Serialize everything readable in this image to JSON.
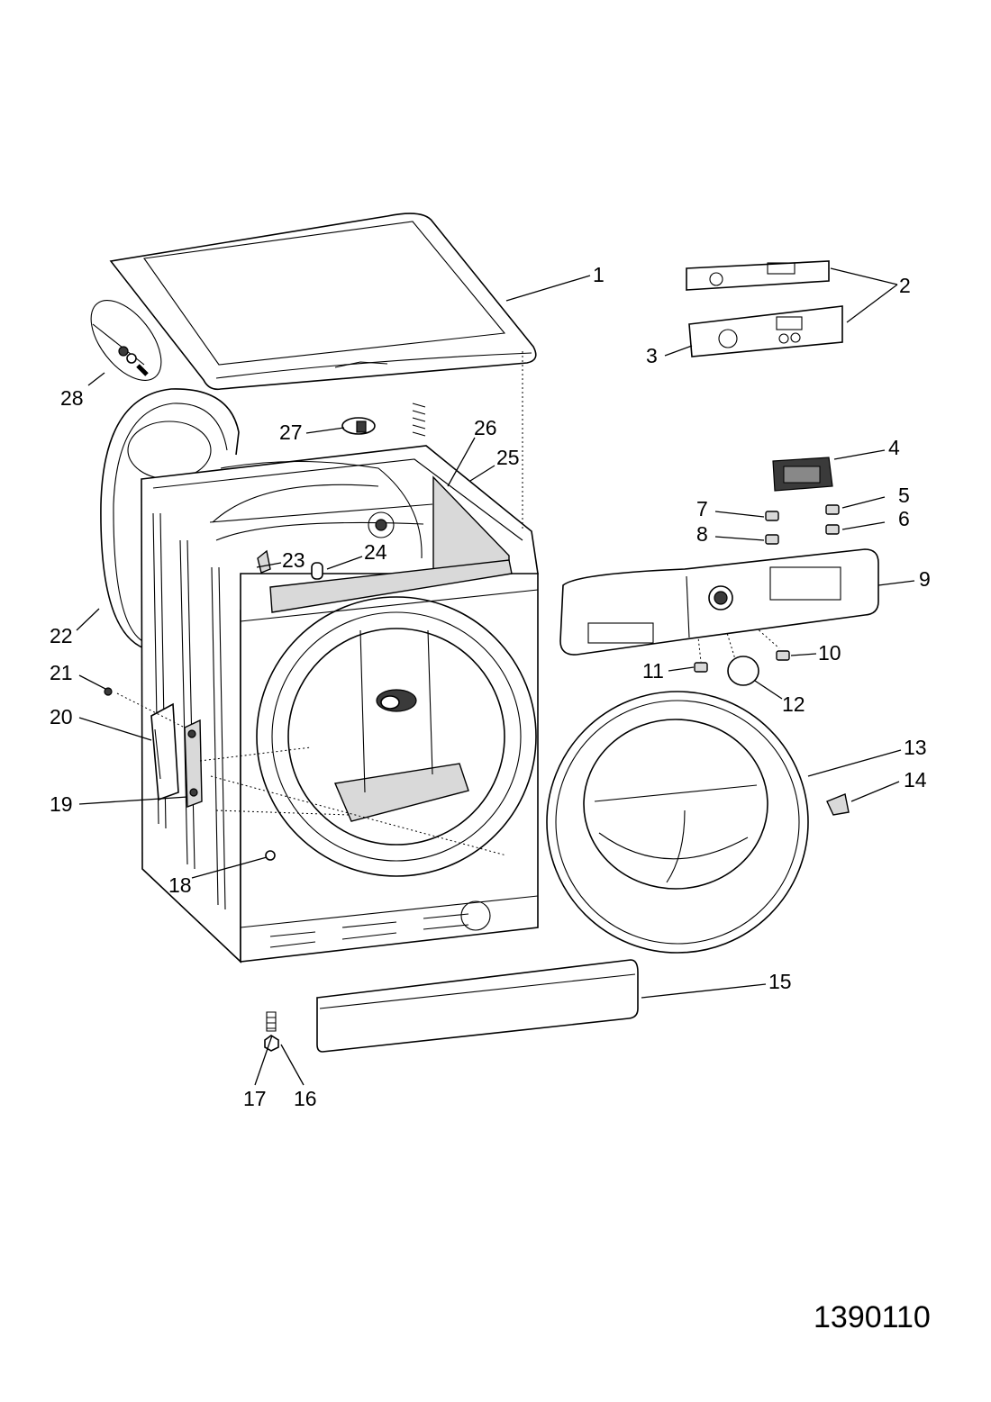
{
  "callouts": {
    "n1": "1",
    "n2": "2",
    "n3": "3",
    "n4": "4",
    "n5": "5",
    "n6": "6",
    "n7": "7",
    "n8": "8",
    "n9": "9",
    "n10": "10",
    "n11": "11",
    "n12": "12",
    "n13": "13",
    "n14": "14",
    "n15": "15",
    "n16": "16",
    "n17": "17",
    "n18": "18",
    "n19": "19",
    "n20": "20",
    "n21": "21",
    "n22": "22",
    "n23": "23",
    "n24": "24",
    "n25": "25",
    "n26": "26",
    "n27": "27",
    "n28": "28"
  },
  "diagram_code": "1390110"
}
